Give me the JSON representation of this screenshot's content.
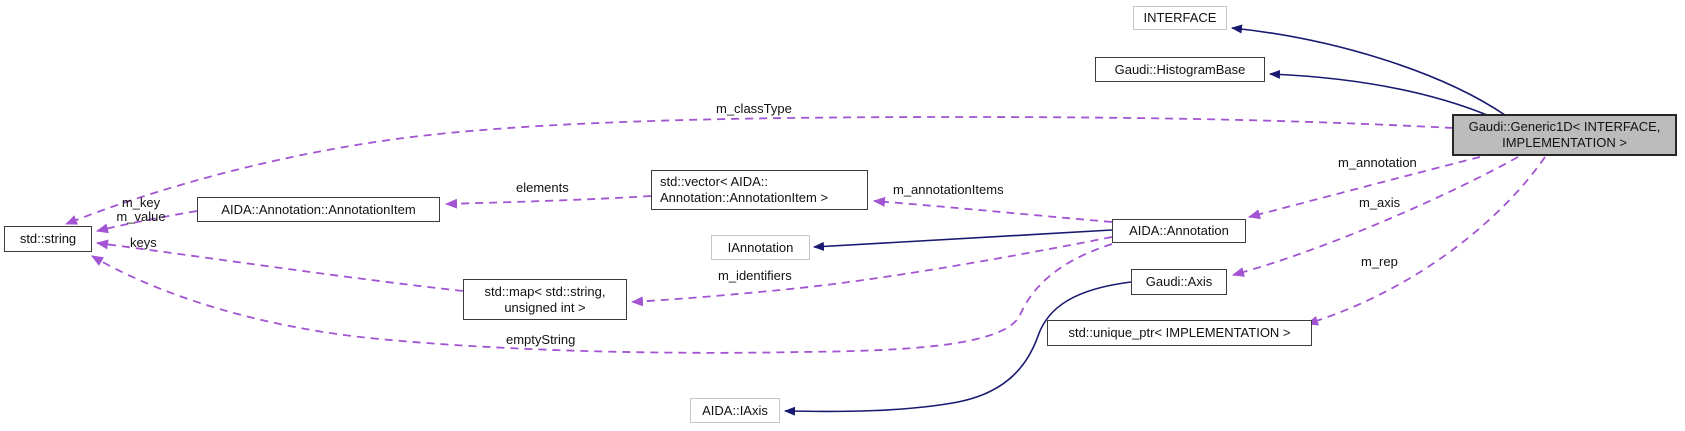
{
  "diagram": {
    "kind": "collaboration-graph",
    "colors": {
      "inheritance_edge": "#191970",
      "usage_edge": "#a254d2",
      "node_border": "#3c3c3c",
      "undocumented_node_border": "#c6c6c6",
      "current_node_fill": "#bcbcbc",
      "text": "#121212",
      "background": "#ffffff"
    }
  },
  "nodes": {
    "interface": {
      "label": "INTERFACE"
    },
    "histogram_base": {
      "label": "Gaudi::HistogramBase"
    },
    "generic1d": {
      "line1": "Gaudi::Generic1D< INTERFACE,",
      "line2": "IMPLEMENTATION >"
    },
    "std_string": {
      "label": "std::string"
    },
    "annotation_item": {
      "label": "AIDA::Annotation::AnnotationItem"
    },
    "std_vector": {
      "line1": "std::vector< AIDA::",
      "line2": "Annotation::AnnotationItem >"
    },
    "iannotation": {
      "label": "IAnnotation"
    },
    "aida_annotation": {
      "label": "AIDA::Annotation"
    },
    "std_map": {
      "line1": "std::map< std::string,",
      "line2": "unsigned int >"
    },
    "gaudi_axis": {
      "label": "Gaudi::Axis"
    },
    "unique_ptr": {
      "label": "std::unique_ptr< IMPLEMENTATION >"
    },
    "aida_iaxis": {
      "label": "AIDA::IAxis"
    }
  },
  "edge_labels": {
    "m_classType": "m_classType",
    "elements": "elements",
    "m_key": "m_key",
    "m_value": "m_value",
    "keys": "keys",
    "m_annotationItems": "m_annotationItems",
    "m_identifiers": "m_identifiers",
    "emptyString": "emptyString",
    "m_annotation": "m_annotation",
    "m_axis": "m_axis",
    "m_rep": "m_rep"
  }
}
